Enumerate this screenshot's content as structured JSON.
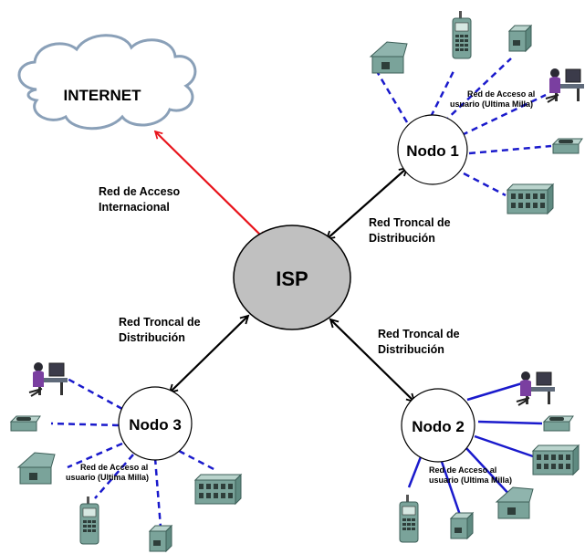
{
  "internet": {
    "label": "INTERNET"
  },
  "isp": {
    "label": "ISP"
  },
  "nodes": {
    "n1": {
      "label": "Nodo 1"
    },
    "n2": {
      "label": "Nodo 2"
    },
    "n3": {
      "label": "Nodo 3"
    }
  },
  "links": {
    "internacional": {
      "line1": "Red de Acceso",
      "line2": "Internacional"
    },
    "troncal_n1": {
      "line1": "Red Troncal de",
      "line2": "Distribución"
    },
    "troncal_n2": {
      "line1": "Red Troncal de",
      "line2": "Distribución"
    },
    "troncal_n3": {
      "line1": "Red Troncal de",
      "line2": "Distribución"
    }
  },
  "access": {
    "n1": {
      "line1": "Red de Acceso al",
      "line2": "usuario (Ultima Milla)"
    },
    "n2": {
      "line1": "Red de Acceso al",
      "line2": "usuario (Ultima Milla)"
    },
    "n3": {
      "line1": "Red de Acceso al",
      "line2": "usuario (Ultima Milla)"
    }
  },
  "colors": {
    "international_link": "#e8141c",
    "trunk_link": "#000000",
    "access_link": "#1a1acc",
    "isp_fill": "#c0c0c0",
    "cloud_stroke": "#8aa0b8",
    "device_green": "#7aa39a"
  }
}
